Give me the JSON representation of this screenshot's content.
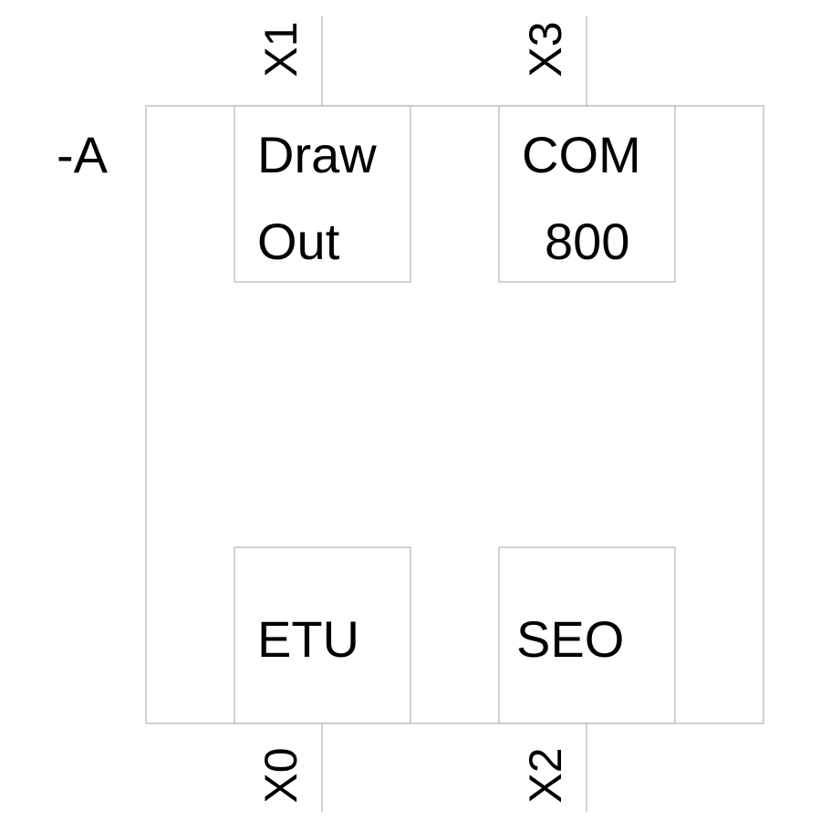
{
  "device": {
    "designation": "-A"
  },
  "modules": [
    {
      "id": "draw_out",
      "lines": [
        "Draw",
        "Out"
      ]
    },
    {
      "id": "com800",
      "lines": [
        "COM",
        "800"
      ]
    },
    {
      "id": "etu",
      "lines": [
        "ETU"
      ]
    },
    {
      "id": "seo",
      "lines": [
        "SEO"
      ]
    }
  ],
  "connectors": {
    "x1": "X1",
    "x3": "X3",
    "x0": "X0",
    "x2": "X2"
  },
  "colors": {
    "line": "#b4b4b4",
    "text": "#000000",
    "background": "#ffffff"
  }
}
